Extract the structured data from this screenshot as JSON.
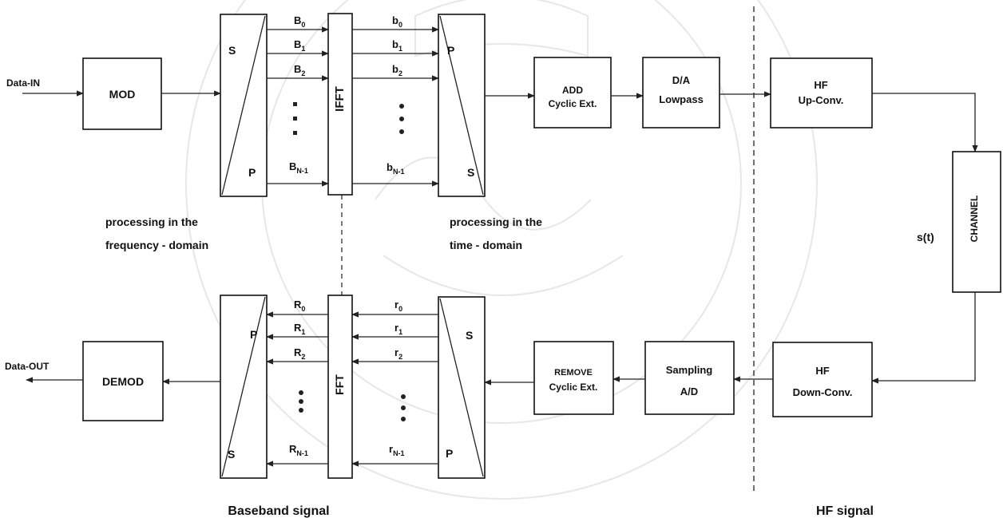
{
  "colors": {
    "ink": "#111111",
    "watermark": "#b9b9b9",
    "background": "#ffffff"
  },
  "transmitter": {
    "data_in": "Data-IN",
    "mod": "MOD",
    "sp": {
      "s": "S",
      "p": "P"
    },
    "ifft": "IFFT",
    "freq_symbols": [
      "B",
      "B",
      "B",
      "B"
    ],
    "freq_subscripts": [
      "0",
      "1",
      "2",
      "N-1"
    ],
    "time_symbols": [
      "b",
      "b",
      "b",
      "b"
    ],
    "time_subscripts": [
      "0",
      "1",
      "2",
      "N-1"
    ],
    "ps": {
      "p": "P",
      "s": "S"
    },
    "add_cyclic": {
      "line1": "ADD",
      "line2": "Cyclic Ext."
    },
    "da": {
      "line1": "D/A",
      "line2": "Lowpass"
    },
    "hf_up": {
      "line1": "HF",
      "line2": "Up-Conv."
    }
  },
  "channel": {
    "label": "CHANNEL",
    "signal": "s(t)"
  },
  "receiver": {
    "hf_down": {
      "line1": "HF",
      "line2": "Down-Conv."
    },
    "sampling": {
      "line1": "Sampling",
      "line2": "A/D"
    },
    "remove_cyclic": {
      "line1": "REMOVE",
      "line2": "Cyclic Ext."
    },
    "sp": {
      "s": "S",
      "p": "P"
    },
    "fft": "FFT",
    "time_symbols": [
      "r",
      "r",
      "r",
      "r"
    ],
    "time_subscripts": [
      "0",
      "1",
      "2",
      "N-1"
    ],
    "freq_symbols": [
      "R",
      "R",
      "R",
      "R"
    ],
    "freq_subscripts": [
      "0",
      "1",
      "2",
      "N-1"
    ],
    "ps": {
      "p": "P",
      "s": "S"
    },
    "demod": "DEMOD",
    "data_out": "Data-OUT"
  },
  "notes": {
    "freq_domain": {
      "line1": "processing in the",
      "line2": "frequency - domain"
    },
    "time_domain": {
      "line1": "processing in the",
      "line2": "time - domain"
    },
    "baseband": "Baseband signal",
    "hf_signal": "HF signal"
  }
}
